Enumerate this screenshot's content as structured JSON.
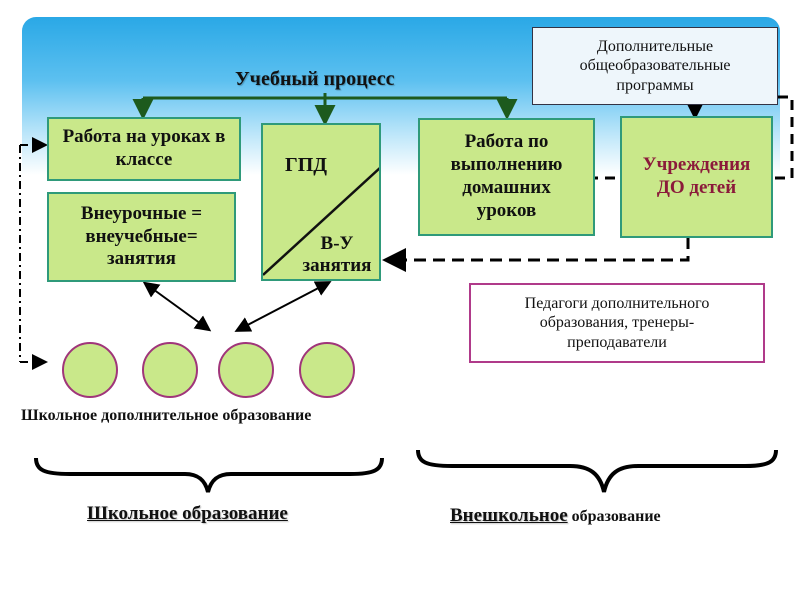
{
  "title": "Учебный процесс",
  "boxes": {
    "lessons": "Работа  на уроках в классе",
    "extracurricular": "Внеурочные = внеучебные= занятия",
    "gpd": "ГПД",
    "vu": "В-У занятия",
    "homework": "Работа по выполнению домашних уроков",
    "programs": "Дополнительные общеобразовательные программы",
    "institutions": "Учреждения ДО детей",
    "teachers": "Педагоги дополнительного образования, тренеры-преподаватели"
  },
  "labels": {
    "school_additional": "Школьное дополнительное образование",
    "school_education": "Школьное образование",
    "outside_bold": "Внешкольное",
    "outside_rest": " образование"
  },
  "colors": {
    "box_fill": "#c9e88a",
    "box_border": "#2f9a7a",
    "institutions_text": "#8b1a3a",
    "circle_border": "#a0357a"
  }
}
